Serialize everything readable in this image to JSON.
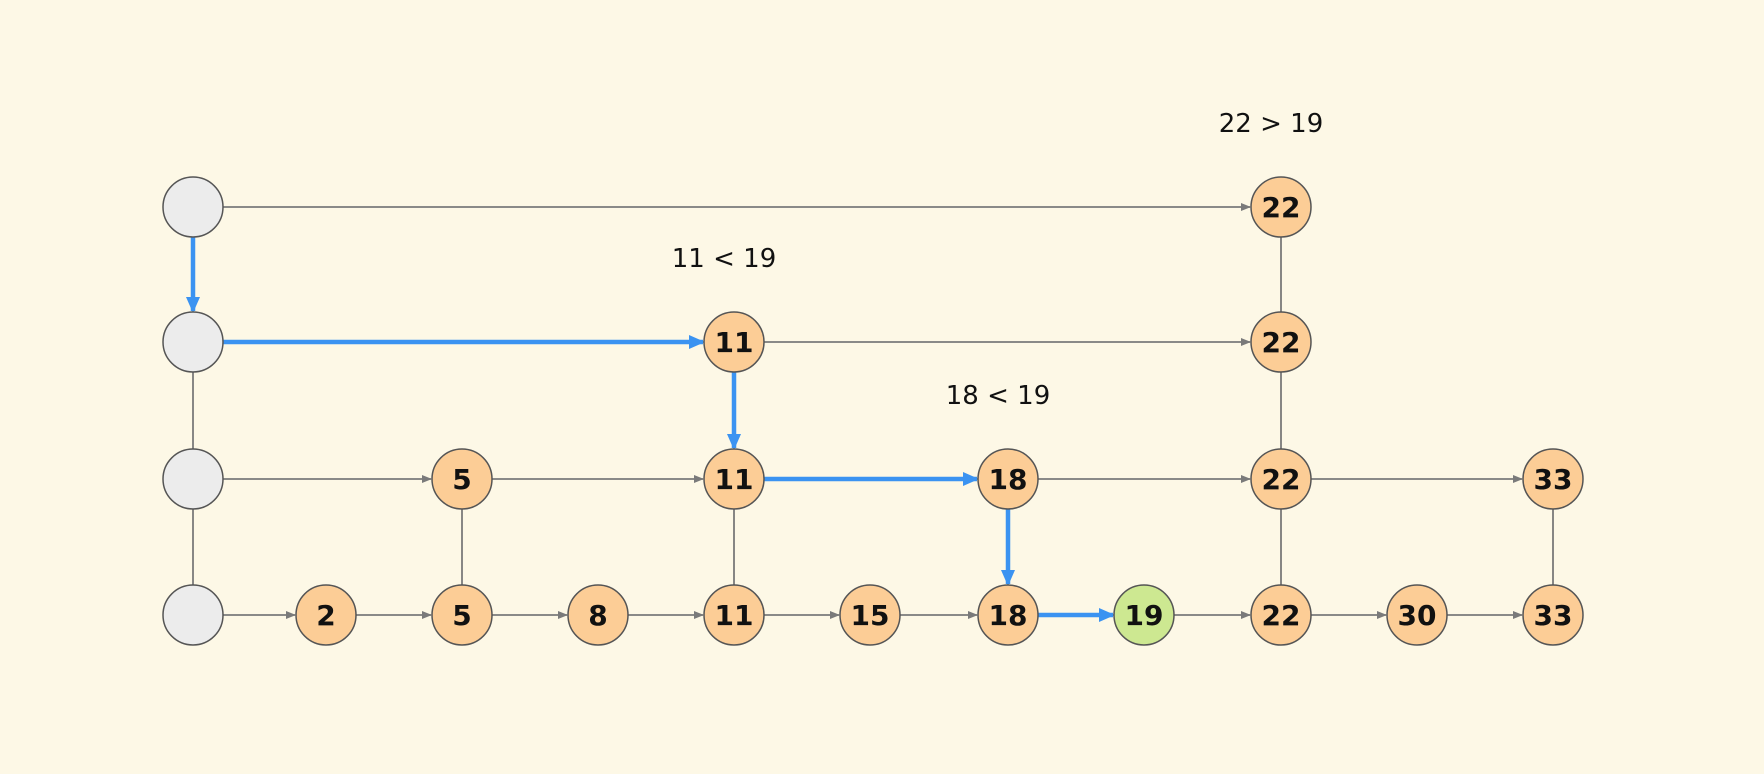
{
  "colors": {
    "background": "#fdf8e6",
    "head_fill": "#ececec",
    "node_fill": "#fccd96",
    "target_fill": "#cde891",
    "stroke": "#555555",
    "edge": "#7a7a7a",
    "path": "#3b93f1"
  },
  "levels": [
    {
      "level": 3,
      "nodes": [
        22
      ]
    },
    {
      "level": 2,
      "nodes": [
        11,
        22
      ]
    },
    {
      "level": 1,
      "nodes": [
        5,
        11,
        18,
        22,
        33
      ]
    },
    {
      "level": 0,
      "nodes": [
        2,
        5,
        8,
        11,
        15,
        18,
        19,
        22,
        30,
        33
      ]
    }
  ],
  "target": 19,
  "search_path": [
    "head-L3",
    "head-L2",
    "11-L2",
    "11-L1",
    "18-L1",
    "18-L0",
    "19-L0"
  ],
  "comparisons": [
    {
      "text": "22 > 19",
      "at": "22-L3"
    },
    {
      "text": "11 < 19",
      "at": "11-L2"
    },
    {
      "text": "18 < 19",
      "at": "18-L1"
    }
  ]
}
